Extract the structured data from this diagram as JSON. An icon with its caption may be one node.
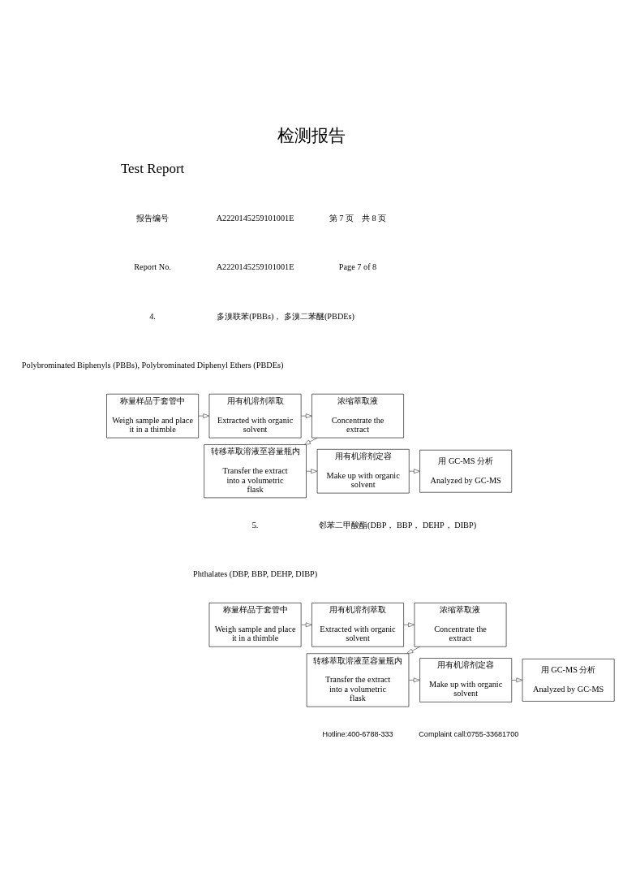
{
  "diagram": {
    "title": "检测报告",
    "nodes": [
      {
        "text": [
          "称量样品于套管中",
          "Weigh sample and place it in a thimble"
        ]
      },
      {
        "text": [
          "用有机溶剂萃取",
          "Extracted with organic solvent"
        ]
      },
      {
        "text": [
          "浓缩萃取液",
          "Concentrate the extract"
        ]
      },
      {
        "text": [
          "转移萃取溶液至容量瓶内",
          "Transfer the extract into a volumetric flask"
        ]
      },
      {
        "text": [
          "用有机溶剂定容",
          "Make up with organic solvent"
        ]
      },
      {
        "text": [
          "用 GC-MS 分析",
          "Analyzed by GC-MS"
        ]
      },
      {
        "text": [
          "称量样品于套管中",
          "Weigh sample and place it in a thimble"
        ]
      },
      {
        "text": [
          "用有机溶剂萃取",
          "Extracted with organic solvent"
        ]
      },
      {
        "text": [
          "浓缩萃取液",
          "Concentrate the extract"
        ]
      },
      {
        "text": [
          "转移萃取溶液至容量瓶内",
          "Transfer the extract into a volumetric flask"
        ]
      },
      {
        "text": [
          "用有机溶剂定容",
          "Make up with organic solvent"
        ]
      },
      {
        "text": [
          "用 GC-MS 分析",
          "Analyzed by GC-MS"
        ]
      }
    ],
    "edges": [
      {
        "from": 0,
        "to": 1,
        "arrow": "to"
      },
      {
        "from": 1,
        "to": 2,
        "arrow": "to"
      },
      {
        "from": 2,
        "to": 3,
        "arrow": "to"
      },
      {
        "from": 3,
        "to": 4,
        "arrow": "to"
      },
      {
        "from": 4,
        "to": 5,
        "arrow": "to"
      },
      {
        "from": 6,
        "to": 7,
        "arrow": "to"
      },
      {
        "from": 7,
        "to": 8,
        "arrow": "to"
      },
      {
        "from": 8,
        "to": 9,
        "arrow": "to"
      },
      {
        "from": 9,
        "to": 10,
        "arrow": "to"
      },
      {
        "from": 10,
        "to": 11,
        "arrow": "to"
      }
    ],
    "labels": [
      "Test Report",
      "报告编号",
      "A2220145259101001E",
      "第 7 页　共 8 页",
      "Report No.",
      "A2220145259101001E",
      "Page 7 of 8",
      "4.",
      "多溴联苯(PBBs)， 多溴二苯醚(PBDEs)",
      "Polybrominated Biphenyls (PBBs), Polybrominated Diphenyl Ethers (PBDEs)",
      "5.",
      "邻苯二甲酸酯(DBP， BBP， DEHP， DIBP)",
      "Phthalates (DBP, BBP, DEHP, DIBP)",
      "Hotline:400-6788-333",
      "Complaint call:0755-33681700"
    ]
  }
}
